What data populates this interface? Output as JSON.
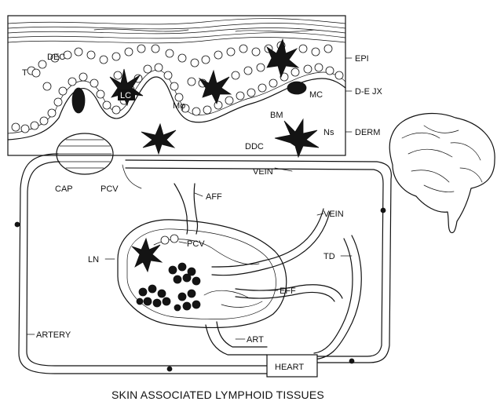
{
  "diagram": {
    "caption": "SKIN ASSOCIATED LYMPHOID TISSUES",
    "labels": {
      "dec": "DEC",
      "t": "T",
      "lc": "LC",
      "mphi": "Mφ",
      "bm": "BM",
      "mc": "MC",
      "ns": "Ns",
      "ddc": "DDC",
      "epi": "EPI",
      "dejx": "D-E JX",
      "derm": "DERM",
      "cap": "CAP",
      "pcv": "PCV",
      "vein_upper": "VEIN",
      "aff": "AFF",
      "vein_lower": "VEIN",
      "ln": "LN",
      "pcv_node": "PCV",
      "td": "TD",
      "eff": "EFF",
      "artery": "ARTERY",
      "art": "ART",
      "heart": "HEART"
    }
  }
}
